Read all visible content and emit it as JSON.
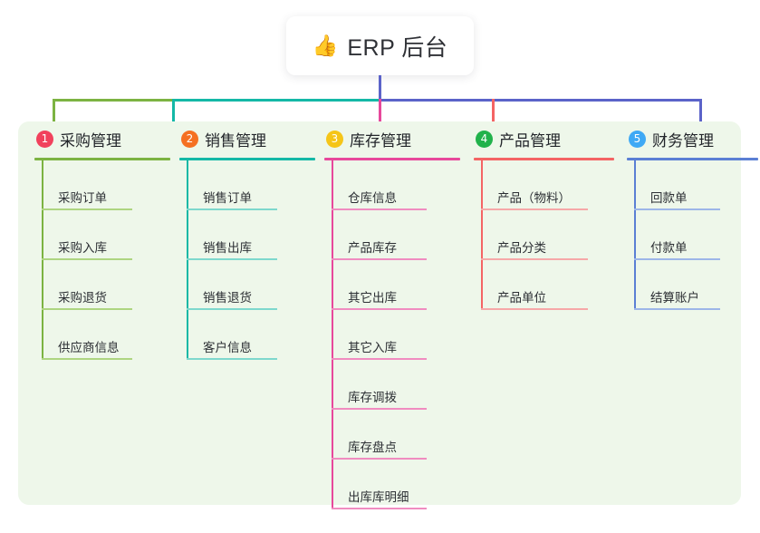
{
  "title": {
    "emoji": "👍",
    "emoji_name": "thumbs-up-icon",
    "text": "ERP 后台"
  },
  "colors": {
    "panel_bg": "#eef7ea",
    "trunk": "#5b63c9",
    "column_1": "#7cb342",
    "column_2": "#14b8a6",
    "column_3": "#e7489b",
    "column_4": "#f46464",
    "column_5": "#5b7fd4",
    "badge_1": "#f1415c",
    "badge_2": "#f57022",
    "badge_3": "#f5c518",
    "badge_4": "#21b24b",
    "badge_5": "#3fa9f5"
  },
  "columns": [
    {
      "number": "1",
      "title": "采购管理",
      "badge_color": "#f1415c",
      "line_color": "#7cb342",
      "rule_color": "#aed581",
      "items": [
        {
          "label": "采购订单"
        },
        {
          "label": "采购入库"
        },
        {
          "label": "采购退货"
        },
        {
          "label": "供应商信息"
        }
      ]
    },
    {
      "number": "2",
      "title": "销售管理",
      "badge_color": "#f57022",
      "line_color": "#14b8a6",
      "rule_color": "#7ed8cd",
      "items": [
        {
          "label": "销售订单"
        },
        {
          "label": "销售出库"
        },
        {
          "label": "销售退货"
        },
        {
          "label": "客户信息"
        }
      ]
    },
    {
      "number": "3",
      "title": "库存管理",
      "badge_color": "#f5c518",
      "line_color": "#e7489b",
      "rule_color": "#f08cc0",
      "items": [
        {
          "label": "仓库信息"
        },
        {
          "label": "产品库存"
        },
        {
          "label": "其它出库"
        },
        {
          "label": "其它入库"
        },
        {
          "label": "库存调拨"
        },
        {
          "label": "库存盘点"
        },
        {
          "label": "出库库明细"
        }
      ]
    },
    {
      "number": "4",
      "title": "产品管理",
      "badge_color": "#21b24b",
      "line_color": "#f46464",
      "rule_color": "#f6a8a8",
      "items": [
        {
          "label": "产品（物料）"
        },
        {
          "label": "产品分类"
        },
        {
          "label": "产品单位"
        }
      ]
    },
    {
      "number": "5",
      "title": "财务管理",
      "badge_color": "#3fa9f5",
      "line_color": "#5b7fd4",
      "rule_color": "#9db6e8",
      "items": [
        {
          "label": "回款单"
        },
        {
          "label": "付款单"
        },
        {
          "label": "结算账户"
        }
      ]
    }
  ]
}
